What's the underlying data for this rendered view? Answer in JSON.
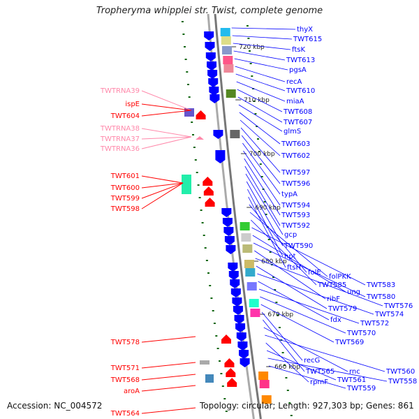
{
  "title": "Tropheryma whipplei str. Twist, complete genome",
  "footer": {
    "accession": "Accession: NC_004572",
    "topology": "Topology: circular; Length: 927,303 bp; Genes: 861"
  },
  "colors": {
    "forward_gene": "#ff0000",
    "reverse_gene": "#0000ff",
    "rna_gene": "#ff88aa",
    "backbone": "#888888"
  },
  "kbp_ticks": [
    "720 kbp",
    "710 kbp",
    "700 kbp",
    "690 kbp",
    "680 kbp",
    "670 kbp",
    "660 kbp"
  ],
  "left_labels": [
    {
      "text": "TWTRNA39",
      "strand": "rna"
    },
    {
      "text": "ispE",
      "strand": "forward"
    },
    {
      "text": "TWT604",
      "strand": "forward"
    },
    {
      "text": "TWTRNA38",
      "strand": "rna"
    },
    {
      "text": "TWTRNA37",
      "strand": "rna"
    },
    {
      "text": "TWTRNA36",
      "strand": "rna"
    },
    {
      "text": "TWT601",
      "strand": "forward"
    },
    {
      "text": "TWT600",
      "strand": "forward"
    },
    {
      "text": "TWT599",
      "strand": "forward"
    },
    {
      "text": "TWT598",
      "strand": "forward"
    },
    {
      "text": "TWT578",
      "strand": "forward"
    },
    {
      "text": "TWT571",
      "strand": "forward"
    },
    {
      "text": "TWT568",
      "strand": "forward"
    },
    {
      "text": "aroA",
      "strand": "forward"
    },
    {
      "text": "TWT564",
      "strand": "forward"
    }
  ],
  "right_labels": [
    "thyX",
    "TWT615",
    "ftsK",
    "TWT613",
    "pgsA",
    "recA",
    "TWT610",
    "miaA",
    "TWT608",
    "TWT607",
    "glmS",
    "TWT603",
    "TWT602",
    "TWT597",
    "TWT596",
    "typA",
    "TWT594",
    "TWT593",
    "TWT592",
    "gcp",
    "TWT590",
    "hpt",
    "ftsH",
    "folE",
    "folPKK",
    "TWT585",
    "TWT583",
    "ung",
    "TWT580",
    "ribF",
    "TWT576",
    "TWT579",
    "TWT574",
    "fdx",
    "TWT572",
    "TWT570",
    "TWT569",
    "recG",
    "TWT565",
    "rnc",
    "TWT560",
    "rpmF",
    "TWT561",
    "TWT558",
    "TWT559"
  ]
}
